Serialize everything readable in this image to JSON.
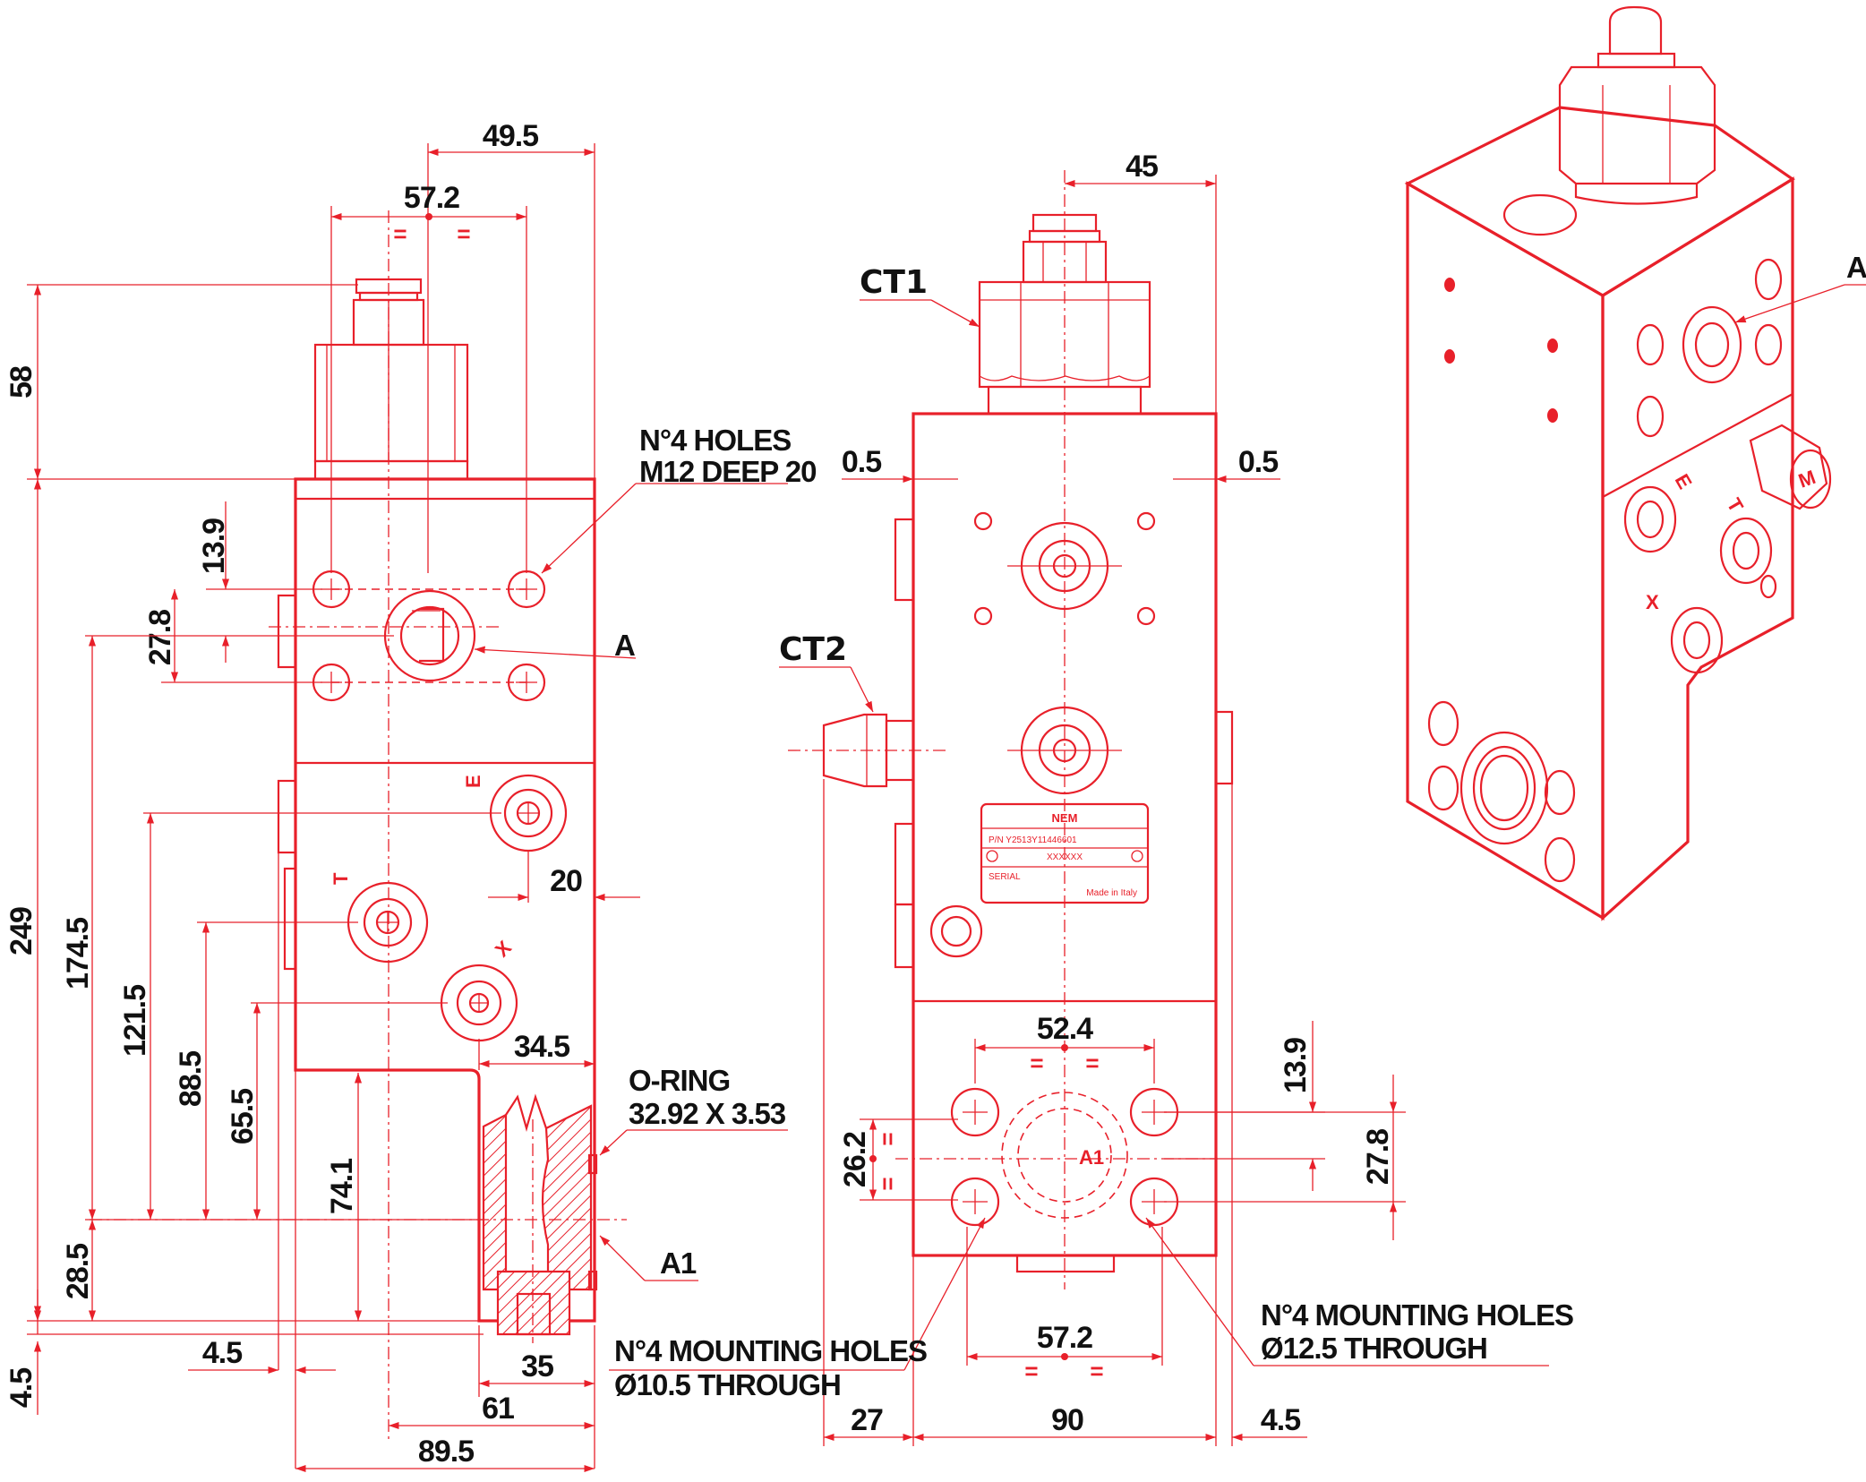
{
  "side_view": {
    "dims": {
      "d49_5": "49.5",
      "d57_2": "57.2",
      "d58": "58",
      "d13_9": "13.9",
      "d27_8": "27.8",
      "d249": "249",
      "d174_5": "174.5",
      "d121_5": "121.5",
      "d88_5": "88.5",
      "d65_5": "65.5",
      "d74_1": "74.1",
      "d28_5": "28.5",
      "d4_5_left": "4.5",
      "d4_5_bottom": "4.5",
      "d20": "20",
      "d34_5": "34.5",
      "d35": "35",
      "d61": "61",
      "d89_5": "89.5"
    },
    "eq_marks": [
      "=",
      "="
    ],
    "notes": {
      "holes_line1": "N°4 HOLES",
      "holes_line2": "M12 DEEP 20",
      "oring_line1": "O-RING",
      "oring_line2": "32.92 X 3.53",
      "port_a": "A",
      "port_a1": "A1"
    },
    "ports": {
      "e": "E",
      "t": "T",
      "x": "X"
    }
  },
  "front_view": {
    "dims": {
      "d45": "45",
      "d0_5_left": "0.5",
      "d0_5_right": "0.5",
      "d52_4": "52.4",
      "d13_9": "13.9",
      "d26_2": "26.2",
      "d27_8": "27.8",
      "d57_2": "57.2",
      "d27": "27",
      "d90": "90",
      "d4_5": "4.5"
    },
    "eq_marks": [
      "=",
      "="
    ],
    "labels": {
      "ct1": "CT1",
      "ct2": "CT2",
      "a1": "A1"
    },
    "notes": {
      "mount_left_line1": "N°4 MOUNTING HOLES",
      "mount_left_line2": "Ø10.5 THROUGH",
      "mount_right_line1": "N°4 MOUNTING HOLES",
      "mount_right_line2": "Ø12.5 THROUGH"
    },
    "nameplate": {
      "brand": "NEM",
      "part_number": "P/N Y2513Y11446601",
      "code": "XXXXXX",
      "serial": "SERIAL",
      "origin": "Made in Italy"
    }
  },
  "iso_view": {
    "port_a": "A",
    "ports": {
      "e": "E",
      "t": "T",
      "x": "X",
      "m": "M"
    }
  },
  "colors": {
    "line": "#e8202a",
    "text": "#111111",
    "background": "#ffffff"
  }
}
